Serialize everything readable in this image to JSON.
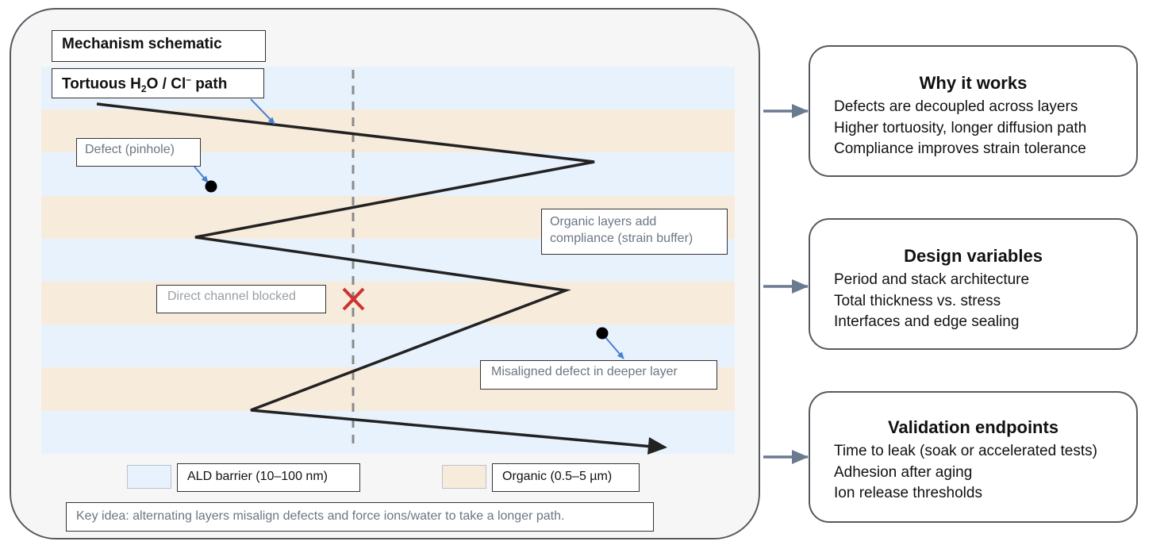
{
  "schematic": {
    "title": "Mechanism schematic",
    "path_label": {
      "pre": "Tortuous H",
      "sub": "2",
      "mid": "O / Cl",
      "sup": "–",
      "post": " path"
    },
    "notes": {
      "defect": "Defect (pinhole)",
      "organic": "Organic layers add compliance (strain buffer)",
      "blocked": "Direct channel blocked",
      "misaligned": "Misaligned defect in deeper layer"
    },
    "legend": {
      "ald": "ALD barrier (10–100 nm)",
      "organic": "Organic (0.5–5 µm)"
    },
    "key_idea": "Key idea: alternating layers misalign defects and force ions/water to take a longer path.",
    "colors": {
      "ald": "#e8f2fc",
      "organic": "#f7ecdc",
      "path": "#222222",
      "callout_arrow": "#4a7fd4",
      "block_mark": "#cc3333",
      "connector": "#6a7a90"
    }
  },
  "cards": [
    {
      "title": "Why it works",
      "items": [
        "Defects are decoupled across layers",
        "Higher tortuosity, longer diffusion path",
        "Compliance improves strain tolerance"
      ]
    },
    {
      "title": "Design variables",
      "items": [
        "Period and stack architecture",
        "Total thickness vs. stress",
        "Interfaces and edge sealing"
      ]
    },
    {
      "title": "Validation endpoints",
      "items": [
        "Time to leak (soak or accelerated tests)",
        "Adhesion after aging",
        "Ion release thresholds"
      ]
    }
  ]
}
